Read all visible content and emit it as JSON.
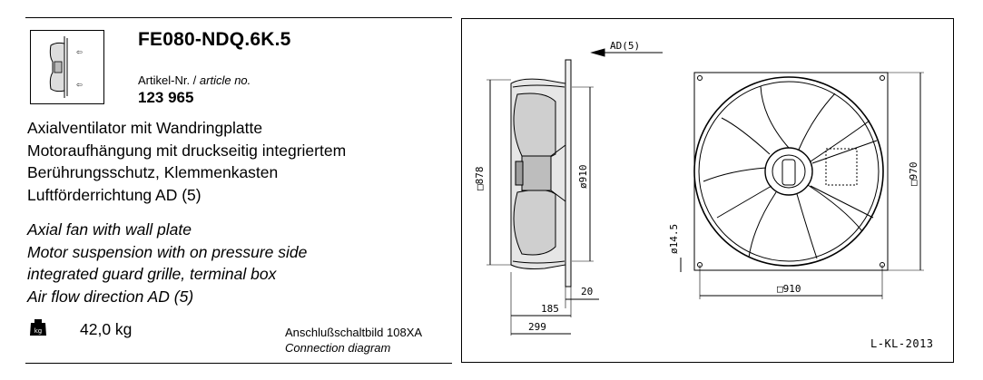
{
  "product": {
    "model": "FE080-NDQ.6K.5",
    "article_label": "Artikel-Nr. / ",
    "article_label_en": "article no.",
    "article_number": "123 965"
  },
  "description_de": [
    "Axialventilator mit Wandringplatte",
    "Motoraufhängung mit druckseitig integriertem",
    "Berührungsschutz, Klemmenkasten",
    "Luftförderrichtung AD (5)"
  ],
  "description_en": [
    "Axial fan with wall plate",
    "Motor suspension with on pressure side",
    "integrated guard grille, terminal box",
    "Air flow direction AD (5)"
  ],
  "weight": {
    "icon_label": "kg",
    "value": "42,0 kg"
  },
  "connection": {
    "label_de": "Anschlußschaltbild 108XA",
    "label_en": "Connection diagram"
  },
  "drawing": {
    "airflow_label": "AD(5)",
    "dim_plate_height": "□878",
    "dim_ring_diameter": "ø910",
    "dim_offset_20": "20",
    "dim_depth_185": "185",
    "dim_depth_299": "299",
    "dim_hole": "ø14.5",
    "dim_square_970": "□970",
    "dim_holes_910": "□910",
    "code": "L-KL-2013"
  }
}
